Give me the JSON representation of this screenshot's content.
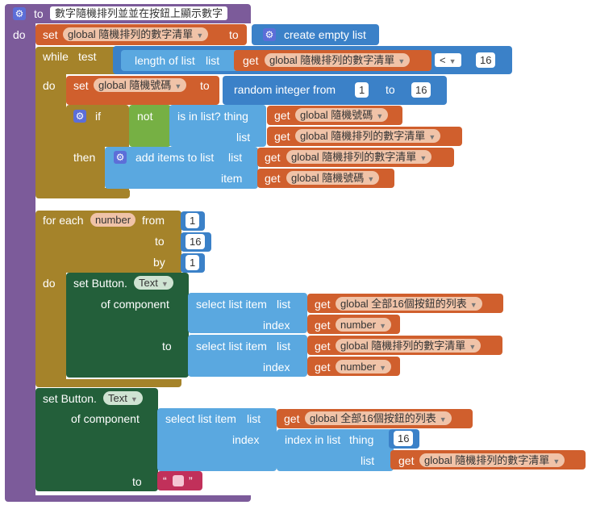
{
  "procedure": {
    "to_kw": "to",
    "name": "數字隨機排列並並在按鈕上顯示數字",
    "do_kw": "do"
  },
  "set1": {
    "kw": "set",
    "var": "global 隨機排列的數字清單",
    "to_kw": "to",
    "value": "create empty list"
  },
  "while": {
    "kw": "while",
    "test_kw": "test",
    "length": "length of list",
    "list_kw": "list",
    "get_kw": "get",
    "var": "global 隨機排列的數字清單",
    "op": "<",
    "num": "16",
    "do_kw": "do"
  },
  "set2": {
    "kw": "set",
    "var": "global 隨機號碼",
    "to_kw": "to",
    "random": "random integer from",
    "from": "1",
    "to2": "to",
    "to_val": "16"
  },
  "if": {
    "kw": "if",
    "not_kw": "not",
    "is_in": "is in list? thing",
    "get_kw": "get",
    "thing_var": "global 隨機號碼",
    "list_kw": "list",
    "list_var": "global 隨機排列的數字清單",
    "then_kw": "then"
  },
  "add": {
    "label": "add items to list",
    "list_kw": "list",
    "get_kw": "get",
    "list_var": "global 隨機排列的數字清單",
    "item_kw": "item",
    "item_var": "global 隨機號碼"
  },
  "for": {
    "label": "for each",
    "var": "number",
    "from_kw": "from",
    "from": "1",
    "to_kw": "to",
    "to": "16",
    "by_kw": "by",
    "by": "1",
    "do_kw": "do"
  },
  "setbtn1": {
    "kw": "set Button.",
    "prop": "Text",
    "comp_kw": "of component",
    "sel1": "select list item",
    "list_kw": "list",
    "get_kw": "get",
    "list1": "global 全部16個按鈕的列表",
    "index_kw": "index",
    "index_var": "number",
    "to_kw": "to",
    "sel2": "select list item",
    "list2": "global 隨機排列的數字清單",
    "index2_var": "number"
  },
  "setbtn2": {
    "kw": "set Button.",
    "prop": "Text",
    "comp_kw": "of component",
    "sel": "select list item",
    "list_kw": "list",
    "get_kw": "get",
    "list1": "global 全部16個按鈕的列表",
    "index_kw": "index",
    "idx_label": "index in list",
    "thing_kw": "thing",
    "thing_val": "16",
    "list2_kw": "list",
    "list2": "global 隨機排列的數字清單",
    "to_kw": "to",
    "quote_l": "“",
    "quote_r": "”"
  }
}
